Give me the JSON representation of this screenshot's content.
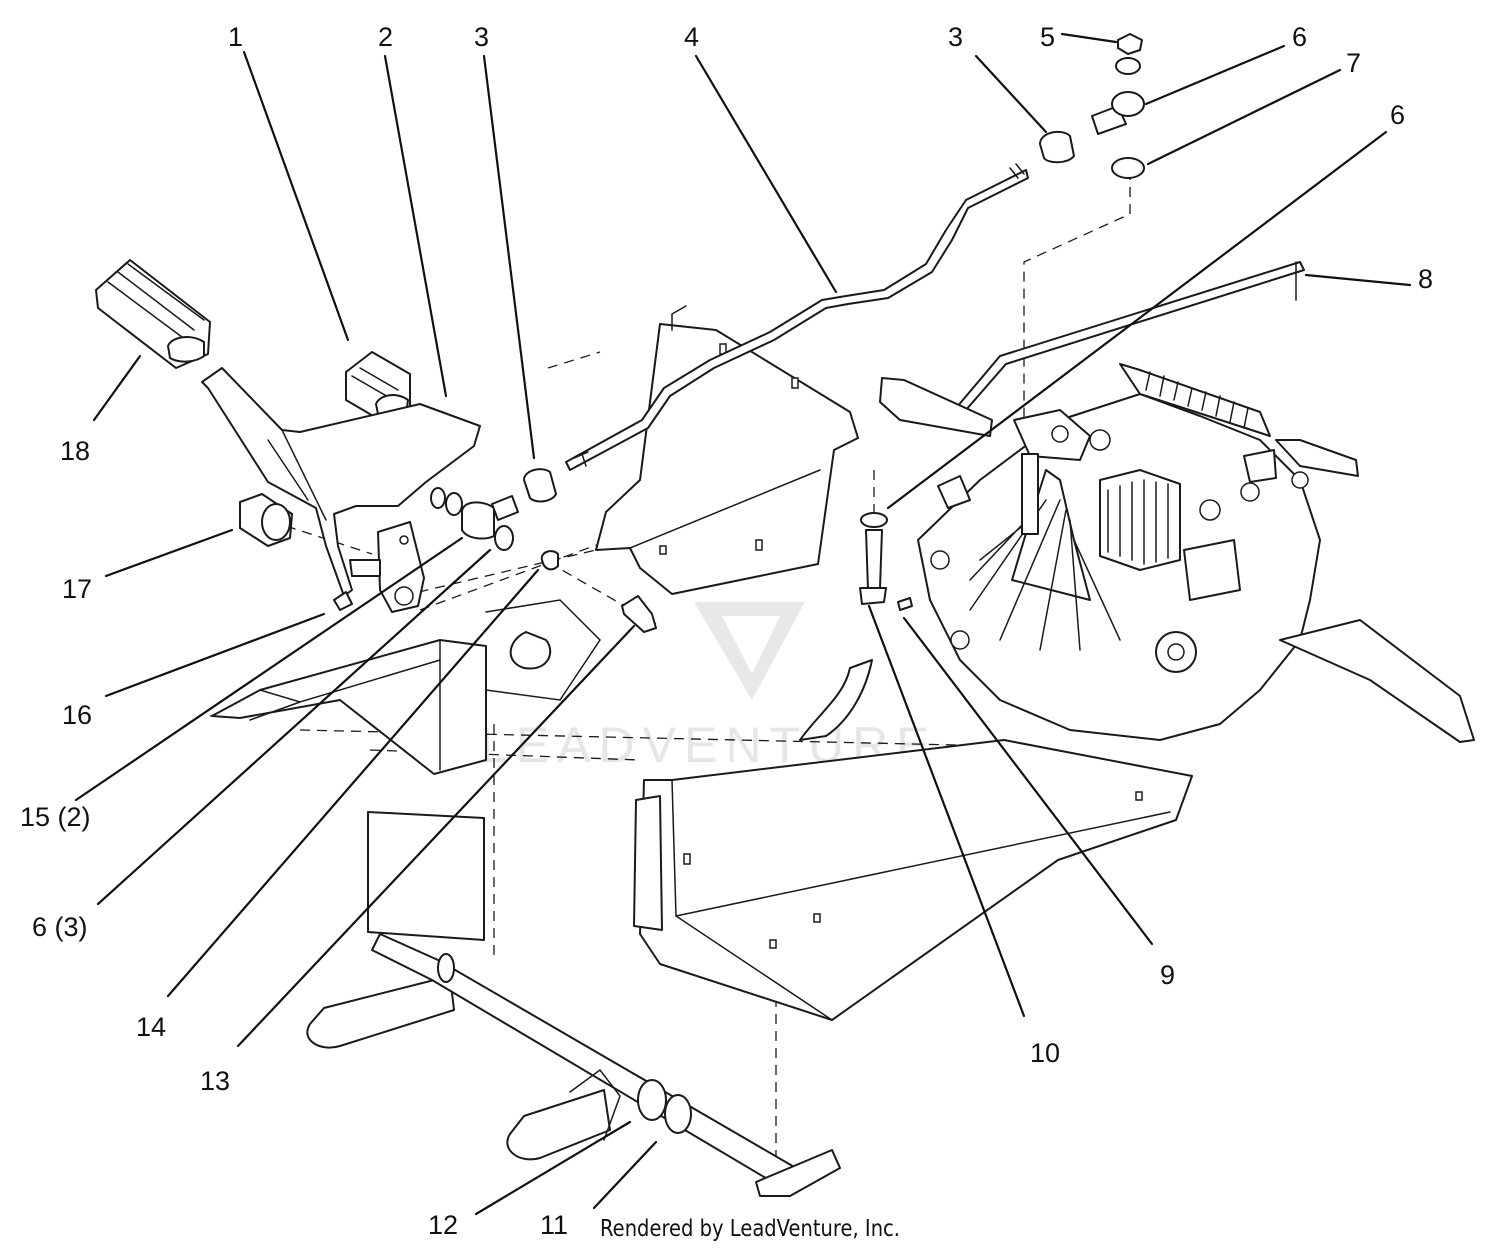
{
  "callouts": {
    "c1": "1",
    "c2": "2",
    "c3a": "3",
    "c4": "4",
    "c3b": "3",
    "c5": "5",
    "c6a": "6",
    "c7": "7",
    "c6b": "6",
    "c8": "8",
    "c18": "18",
    "c17": "17",
    "c16": "16",
    "c15": "15 (2)",
    "c6c": "6 (3)",
    "c14": "14",
    "c13": "13",
    "c12": "12",
    "c11": "11",
    "c10": "10",
    "c9": "9"
  },
  "footer": {
    "credit": "Rendered by LeadVenture, Inc."
  },
  "watermark": {
    "text": "LEADVENTURE"
  }
}
